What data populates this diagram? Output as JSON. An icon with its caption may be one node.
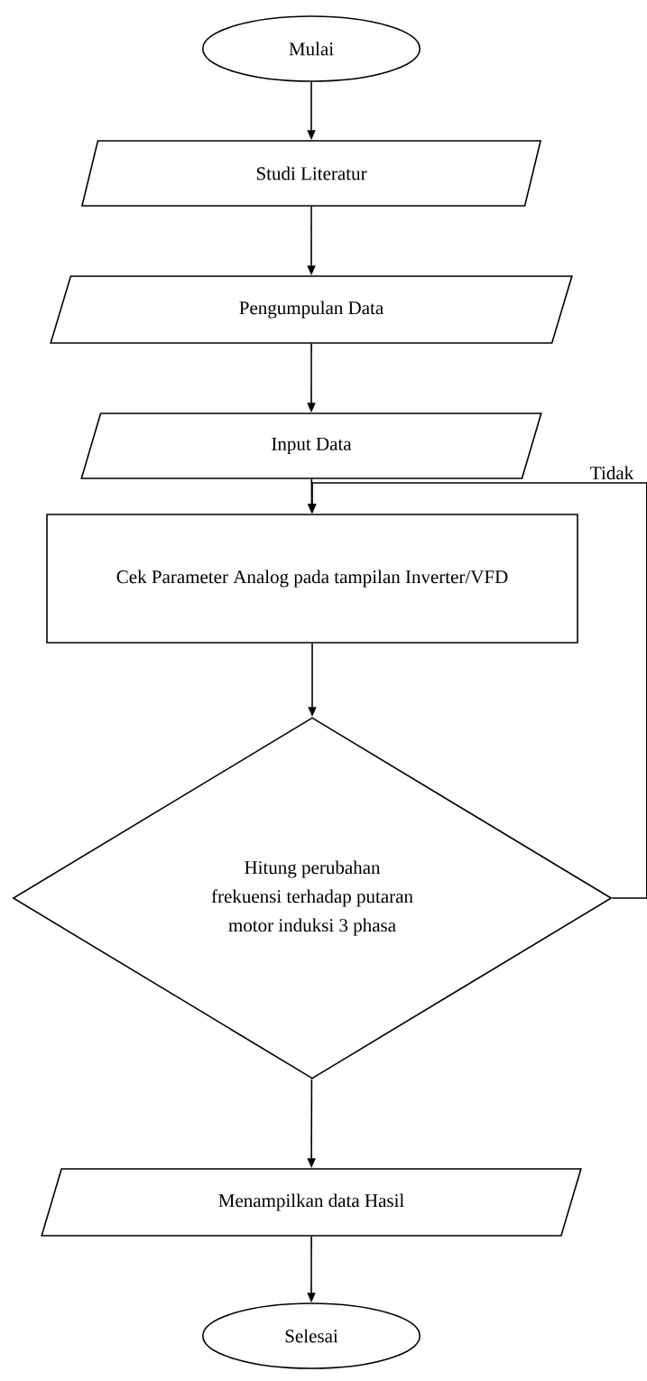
{
  "diagram": {
    "nodes": [
      {
        "text": [
          "Mulai"
        ]
      },
      {
        "text": [
          "Studi Literatur"
        ]
      },
      {
        "text": [
          "Pengumpulan Data"
        ]
      },
      {
        "text": [
          "Input Data"
        ]
      },
      {
        "text": [
          "Cek Parameter Analog pada tampilan Inverter/VFD"
        ]
      },
      {
        "text": [
          "Hitung perubahan frekuensi terhadap putaran motor induksi 3 phasa"
        ]
      },
      {
        "text": [
          "Menampilkan data Hasil"
        ]
      },
      {
        "text": [
          "Selesai"
        ]
      }
    ],
    "edges": [
      {
        "from": 0,
        "to": 1,
        "arrow": "to"
      },
      {
        "from": 1,
        "to": 2,
        "arrow": "to"
      },
      {
        "from": 2,
        "to": 3,
        "arrow": "to"
      },
      {
        "from": 3,
        "to": 4,
        "arrow": "to"
      },
      {
        "from": 4,
        "to": 5,
        "arrow": "to"
      },
      {
        "from": 5,
        "to": 6,
        "arrow": "to"
      },
      {
        "from": 6,
        "to": 7,
        "arrow": "to"
      },
      {
        "from": 5,
        "to": 4,
        "label": "Tidak",
        "arrow": "to"
      }
    ]
  }
}
